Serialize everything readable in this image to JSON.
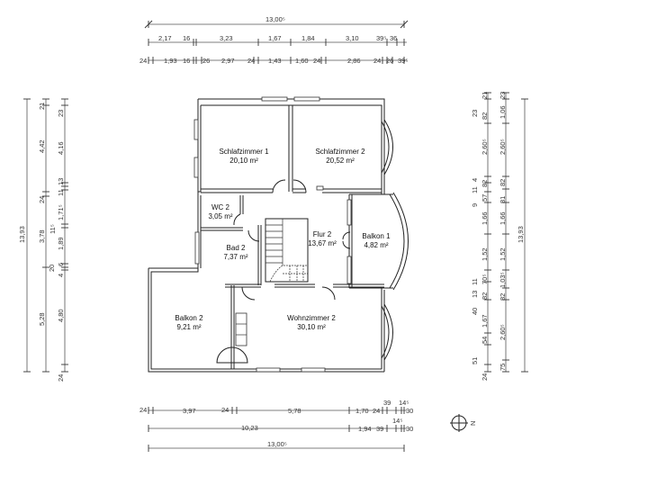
{
  "rooms": [
    {
      "name": "Schlafzimmer 1",
      "area": "20,10 m²"
    },
    {
      "name": "Schlafzimmer 2",
      "area": "20,52 m²"
    },
    {
      "name": "WC 2",
      "area": "3,05 m²"
    },
    {
      "name": "Bad 2",
      "area": "7,37 m²"
    },
    {
      "name": "Flur 2",
      "area": "13,67 m²"
    },
    {
      "name": "Balkon 1",
      "area": "4,82 m²"
    },
    {
      "name": "Balkon 2",
      "area": "9,21 m²"
    },
    {
      "name": "Wohnzimmer 2",
      "area": "30,10 m²"
    }
  ],
  "dims": {
    "top_total": "13,00⁵",
    "top_row2": [
      "2,17",
      "16",
      "3,23",
      "1,67",
      "1,84",
      "3,10",
      "39⁵",
      "36"
    ],
    "top_row3": [
      "24",
      "1,93",
      "16",
      "26",
      "2,97",
      "24",
      "1,43",
      "1,60",
      "24",
      "2,86",
      "24",
      "26",
      "39⁵"
    ],
    "bottom_row1": [
      "24",
      "3,97",
      "24",
      "5,78",
      "1,70",
      "24",
      "39",
      "14⁵",
      "30"
    ],
    "bottom_row2": [
      "10,23",
      "1,94",
      "39",
      "14⁵",
      "30"
    ],
    "bottom_total": "13,00⁵",
    "left_total": "13,93",
    "left_col2": [
      "21",
      "4,42",
      "24",
      "3,78",
      "20",
      "5,28"
    ],
    "left_col3": [
      "23",
      "4,16",
      "13",
      "11",
      "1,71⁵",
      "11⁵",
      "1,89",
      "4",
      "6",
      "4,80",
      "24"
    ],
    "right_col1": [
      "21",
      "23",
      "82",
      "2,60⁵",
      "4",
      "11",
      "82",
      "9",
      "57",
      "1,66",
      "1,52",
      "13",
      "11",
      "70⁵",
      "82",
      "40",
      "1,67",
      "54",
      "51",
      "24"
    ],
    "right_col2": [
      "23",
      "1,06",
      "2,60⁵",
      "82",
      "81",
      "1,66",
      "1,52",
      "1,03⁵",
      "82",
      "2,60⁵",
      "75"
    ],
    "right_total": "13,93"
  },
  "compass": {
    "label": "N"
  }
}
